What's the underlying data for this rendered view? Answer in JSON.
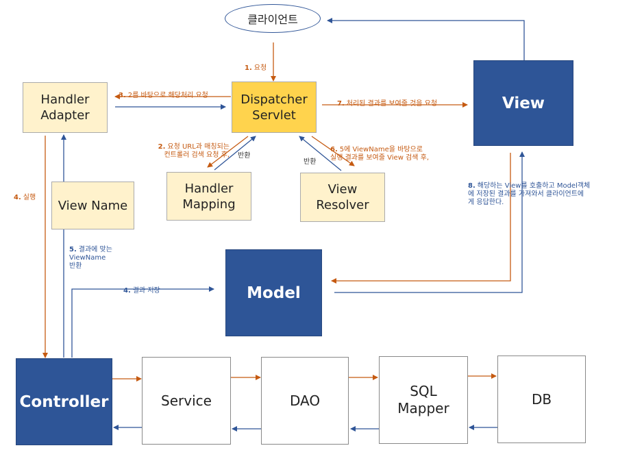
{
  "nodes": {
    "client": "클라이언트",
    "handler_adapter": "Handler\nAdapter",
    "dispatcher_servlet": "Dispatcher\nServlet",
    "view_top": "View",
    "handler_mapping": "Handler\nMapping",
    "view_resolver": "View\nResolver",
    "view_name": "View Name",
    "model": "Model",
    "controller": "Controller",
    "service": "Service",
    "dao": "DAO",
    "sql_mapper": "SQL\nMapper",
    "db": "DB"
  },
  "steps": {
    "s1": {
      "num": "1.",
      "text": "요청"
    },
    "s2": {
      "num": "2.",
      "text": "요청 URL과 매칭되는\n컨트롤러 검색 요청 후,"
    },
    "s3": {
      "num": "3.",
      "text": "2를 바탕으로 해당처리 요청"
    },
    "s4_exec": {
      "num": "4.",
      "text": "실행"
    },
    "s4_store": {
      "num": "4.",
      "text": "결과 저장"
    },
    "s5": {
      "num": "5.",
      "text": "결과에 맞는\nViewName\n반환"
    },
    "s6": {
      "num": "6.",
      "text": "5에 ViewName을 바탕으로\n실행 결과를 보여줄 View 검색 후,"
    },
    "s7": {
      "num": "7.",
      "text": "처리된 결과를 보여줄 것을 요청"
    },
    "s8": {
      "num": "8.",
      "text": "해당하는 View를 호출하고 Model객체\n에 저장된 결과를 가져와서 클라이언트에\n게 응답한다."
    },
    "return_mapping": "반환",
    "return_resolver": "반환"
  },
  "colors": {
    "orange": "#c55a11",
    "blue": "#2f5597",
    "dark_box": "#2e5597",
    "light_box": "#fff2cc",
    "dispatcher_box": "#ffd34d"
  }
}
